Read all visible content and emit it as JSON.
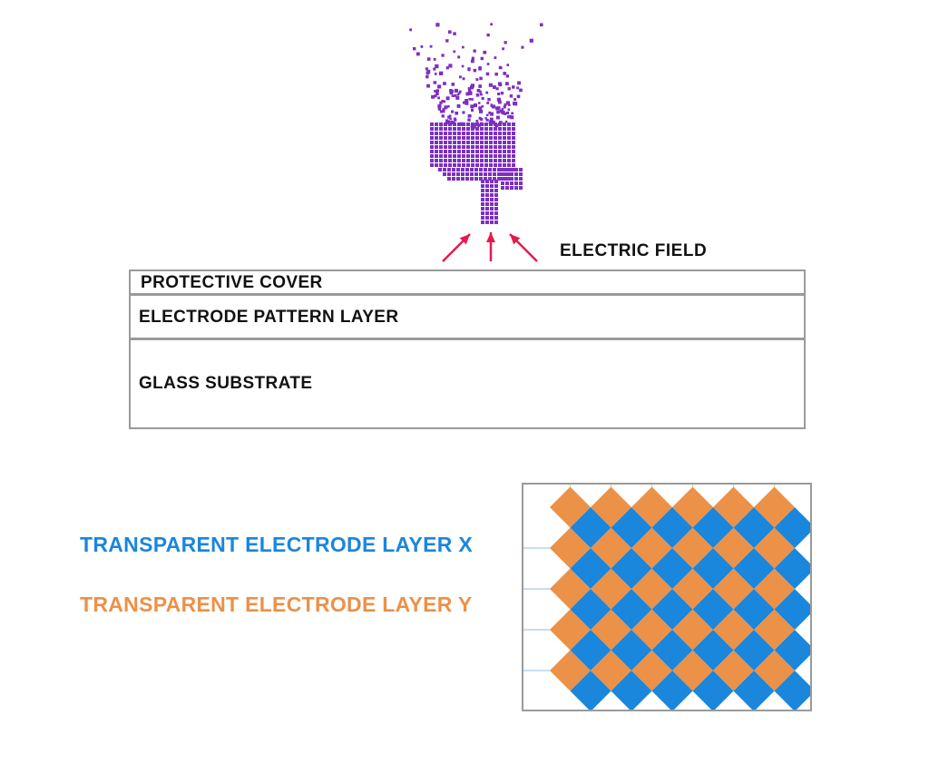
{
  "labels": {
    "electric_field": "ELECTRIC FIELD",
    "protective_cover": "PROTECTIVE COVER",
    "electrode_pattern_layer": "ELECTRODE PATTERN LAYER",
    "glass_substrate": "GLASS SUBSTRATE"
  },
  "legend": {
    "layer_x": "TRANSPARENT ELECTRODE LAYER X",
    "layer_y": "TRANSPARENT ELECTRODE LAYER Y"
  },
  "colors": {
    "layer_x": "#1a86dc",
    "layer_y": "#ec9148",
    "finger": "#7d2fc2",
    "arrows": "#e5194f",
    "border": "#9a9a9a"
  },
  "icons": {
    "finger": "pointing-finger-icon",
    "arrows": "upward-arrow-icon"
  }
}
